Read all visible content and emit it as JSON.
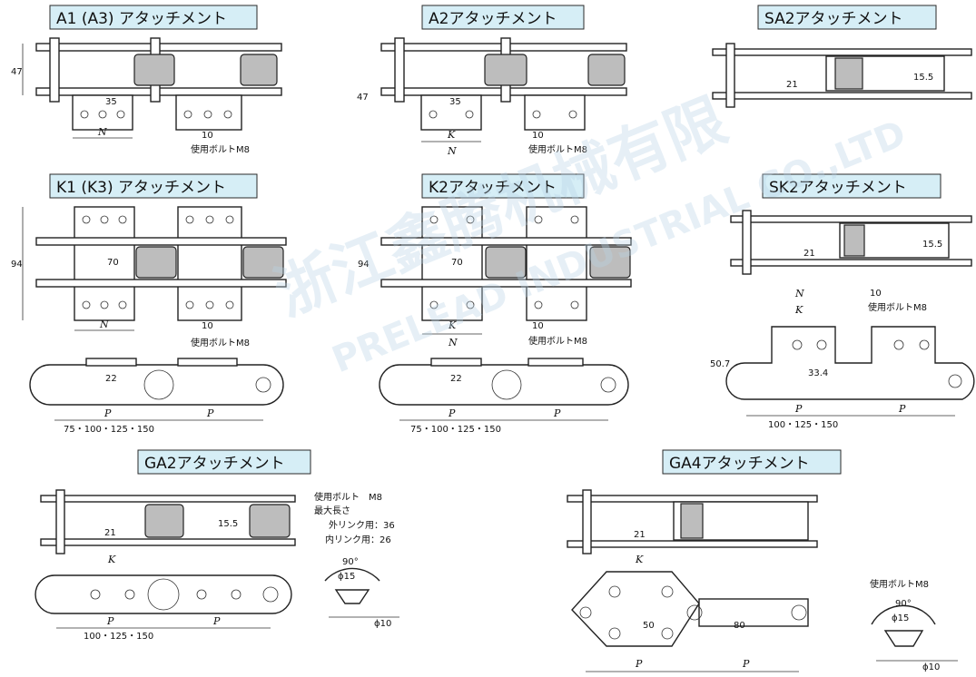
{
  "titles": {
    "a1": "A1 (A3) アタッチメント",
    "a2": "A2アタッチメント",
    "sa2": "SA2アタッチメント",
    "k1": "K1 (K3) アタッチメント",
    "k2": "K2アタッチメント",
    "sk2": "SK2アタッチメント",
    "ga2": "GA2アタッチメント",
    "ga4": "GA4アタッチメント"
  },
  "dims": {
    "d47": "47",
    "d35": "35",
    "d94": "94",
    "d70": "70",
    "d22": "22",
    "d21": "21",
    "d15_5": "15.5",
    "d10": "10",
    "d50_7": "50.7",
    "d33_4": "33.4",
    "d50": "50",
    "d80": "80",
    "N": "N",
    "K": "K",
    "P": "P",
    "pitch3": "75・100・125・150",
    "pitch2": "100・125・150",
    "deg90": "90°",
    "phi15": "ϕ15",
    "phi10": "ϕ10"
  },
  "notes": {
    "bolt_m8": "使用ボルトM8",
    "ga2_bolt": "使用ボルト　M8",
    "ga2_max": "最大長さ",
    "ga2_outer": "外リンク用：36",
    "ga2_inner": "内リンク用：26"
  },
  "watermark": {
    "cn": "浙江鑫腾机械有限",
    "en": "PRELEAD INDUSTRIAL CO.,LTD"
  }
}
